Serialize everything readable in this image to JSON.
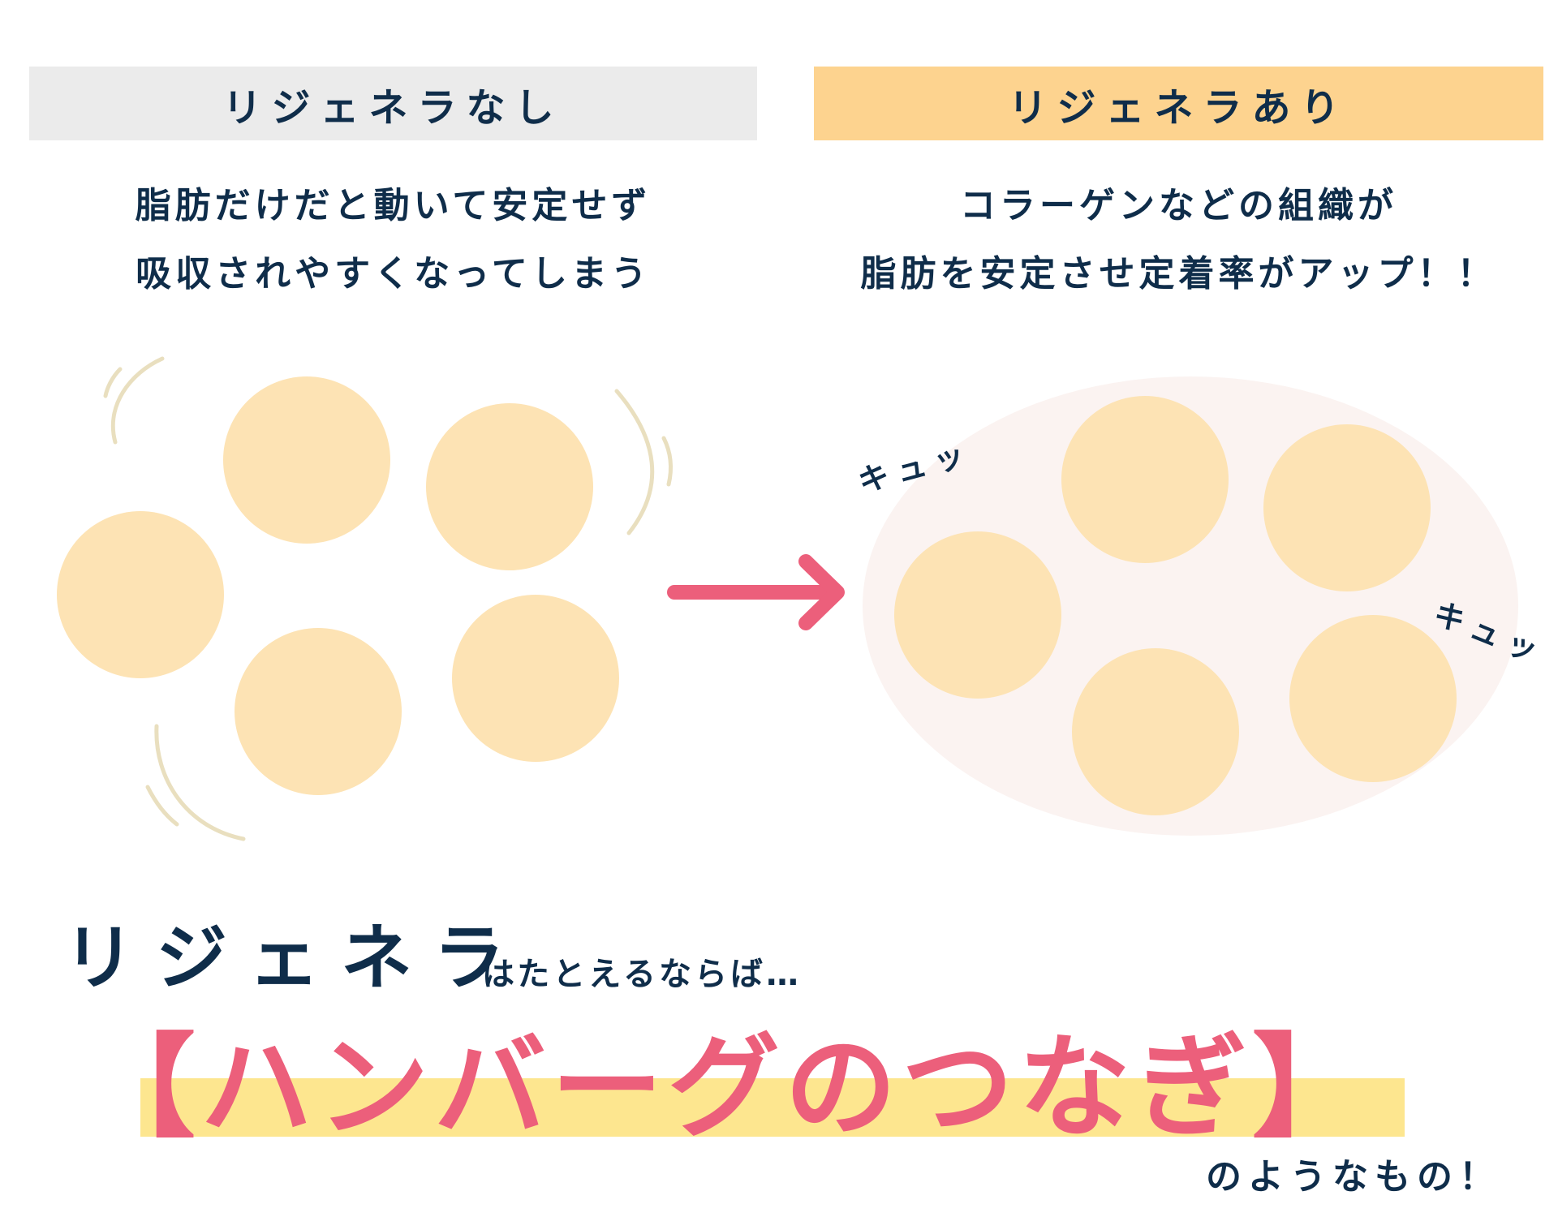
{
  "left_panel": {
    "header": "リジェネラなし",
    "description_lines": [
      "脂肪だけだと動いて安定せず",
      "吸収されやすくなってしまう"
    ]
  },
  "right_panel": {
    "header": "リジェネラあり",
    "description_lines": [
      "コラーゲンなどの組織が",
      "脂肪を安定させ定着率がアップ！！"
    ],
    "sound_effects": [
      "キュッ",
      "キュッ"
    ]
  },
  "conclusion": {
    "subject": "リジェネラ",
    "lead": "はたとえるならば…",
    "highlight": "【ハンバーグのつなぎ】",
    "tail": "のようなもの！"
  },
  "colors": {
    "navy": "#0f2d4a",
    "pink": "#ec5f7b",
    "fat_cell": "#fde3b4",
    "tissue": "#fbf3f1",
    "header_off": "#ebebeb",
    "header_on": "#fdd38f",
    "highlight": "#fde68f"
  }
}
